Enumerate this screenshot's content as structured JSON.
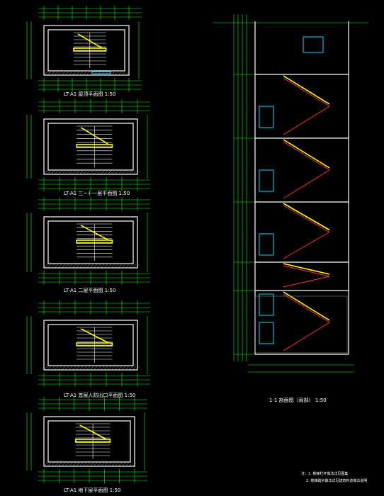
{
  "plans": [
    {
      "id": "plan-1",
      "caption": "LT-A1 屋顶平面图  1:50"
    },
    {
      "id": "plan-2",
      "caption": "LT-A1 三~十一层平面图  1:50"
    },
    {
      "id": "plan-3",
      "caption": "LT-A1 二层平面图  1:50"
    },
    {
      "id": "plan-4",
      "caption": "LT-A1 首层人防出口平面图  1:50"
    },
    {
      "id": "plan-5",
      "caption": "LT-A1 地下层平面图  1:50"
    }
  ],
  "section": {
    "caption": "1-1 剖面图（局部）  1:50",
    "notes": [
      "注：1. 楼梯栏杆做法详见图集",
      "2. 楼梯踏步做法详见建筑构造做法说明"
    ]
  },
  "colors": {
    "background": "#000000",
    "dimension": "#00ff00",
    "wall": "#ffffff",
    "handrail": "#ffff00",
    "window": "#00d8ff",
    "stair_section": "#ff3030"
  }
}
